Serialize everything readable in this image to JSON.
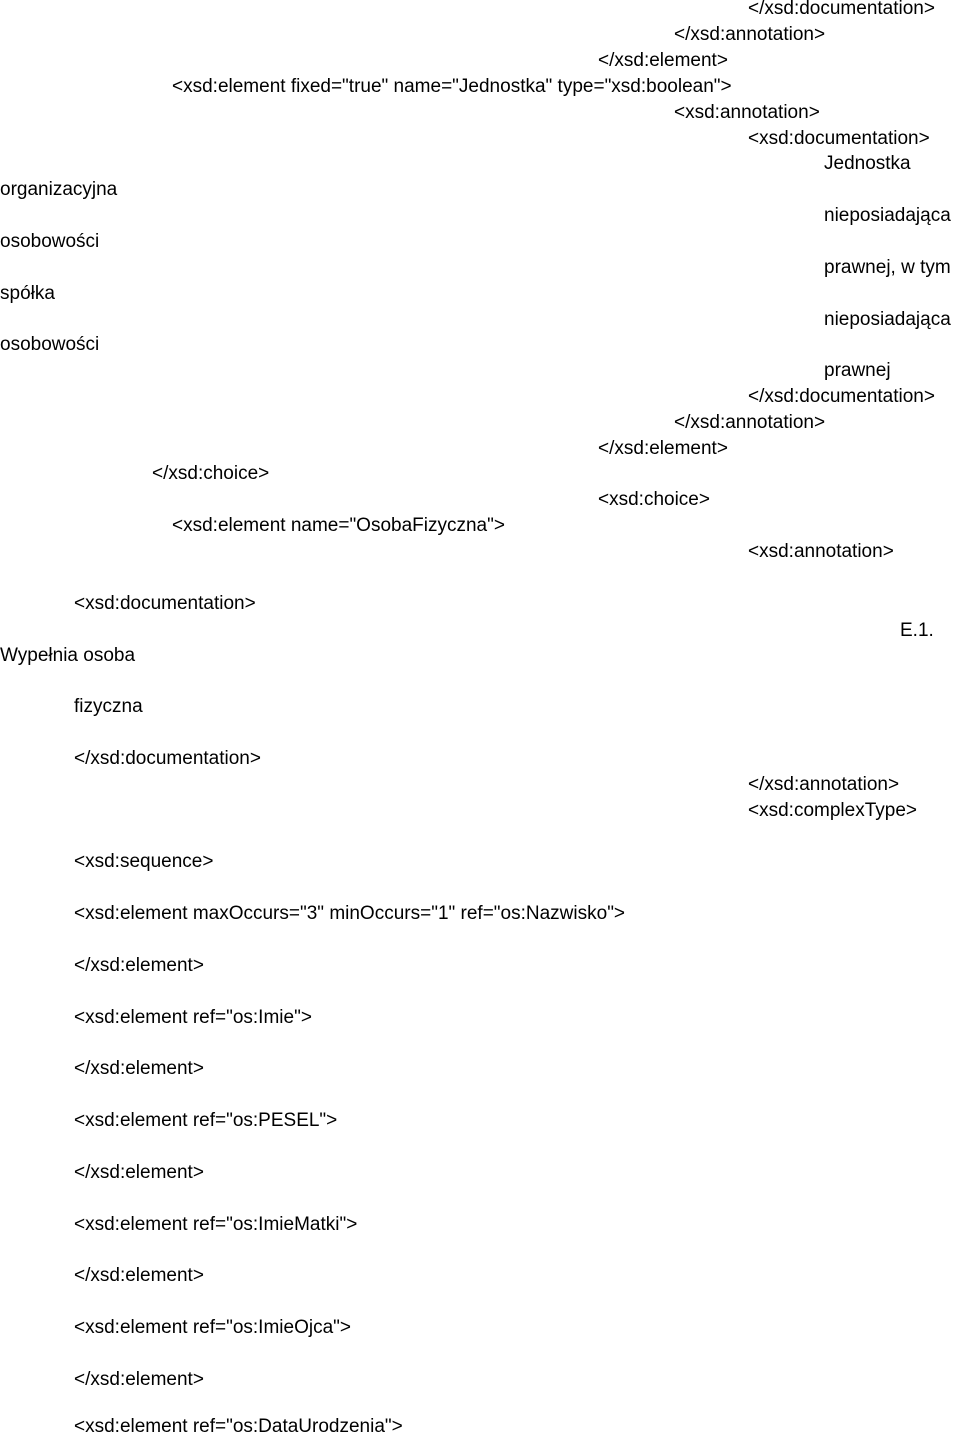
{
  "document": {
    "lines": [
      "</xsd:documentation>",
      "</xsd:annotation>",
      "</xsd:element>",
      "<xsd:element fixed=\"true\" name=\"Jednostka\" type=\"xsd:boolean\">",
      "<xsd:annotation>",
      "<xsd:documentation>",
      "Jednostka",
      "organizacyjna",
      "nieposiadająca",
      "osobowości",
      "prawnej, w tym",
      "spółka",
      "nieposiadająca",
      "osobowości",
      "prawnej",
      "</xsd:documentation>",
      "</xsd:annotation>",
      "</xsd:element>",
      "</xsd:choice>",
      "<xsd:choice>",
      "<xsd:element name=\"OsobaFizyczna\">",
      "<xsd:annotation>",
      "<xsd:documentation>",
      "E.1.",
      "Wypełnia osoba",
      "fizyczna",
      "</xsd:documentation>",
      "</xsd:annotation>",
      "<xsd:complexType>",
      "<xsd:sequence>",
      "<xsd:element maxOccurs=\"3\" minOccurs=\"1\" ref=\"os:Nazwisko\">",
      "</xsd:element>",
      "<xsd:element ref=\"os:Imie\">",
      "</xsd:element>",
      "<xsd:element ref=\"os:PESEL\">",
      "</xsd:element>",
      "<xsd:element ref=\"os:ImieMatki\">",
      "</xsd:element>",
      "<xsd:element ref=\"os:ImieOjca\">",
      "</xsd:element>",
      "<xsd:element ref=\"os:DataUrodzenia\">"
    ]
  }
}
